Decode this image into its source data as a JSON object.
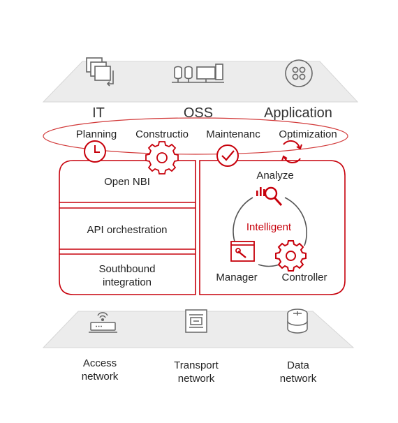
{
  "top_layers": [
    {
      "label": "IT",
      "icon": "windows-stack-icon"
    },
    {
      "label": "OSS",
      "icon": "server-network-icon"
    },
    {
      "label": "Application",
      "icon": "app-grid-icon"
    }
  ],
  "phases": [
    {
      "label": "Planning",
      "icon": "clock-icon"
    },
    {
      "label": "Constructio",
      "icon": "gear-icon"
    },
    {
      "label": "Maintenanc",
      "icon": "check-circle-icon"
    },
    {
      "label": "Optimization",
      "icon": "cycle-arrows-icon"
    }
  ],
  "left_blocks": [
    {
      "label": "Open NBI"
    },
    {
      "label": "API orchestration"
    },
    {
      "label_line1": "Southbound",
      "label_line2": "integration"
    }
  ],
  "intelligent_loop": {
    "center": "Intelligent",
    "analyze": "Analyze",
    "manager": "Manager",
    "controller": "Controller"
  },
  "networks": [
    {
      "line1": "Access",
      "line2": "network",
      "icon": "access-router-icon"
    },
    {
      "line1": "Transport",
      "line2": "network",
      "icon": "transport-device-icon"
    },
    {
      "line1": "Data",
      "line2": "network",
      "icon": "data-center-router-icon"
    }
  ],
  "colors": {
    "accent": "#c7000b",
    "platform": "#ececec",
    "line": "#555555"
  }
}
